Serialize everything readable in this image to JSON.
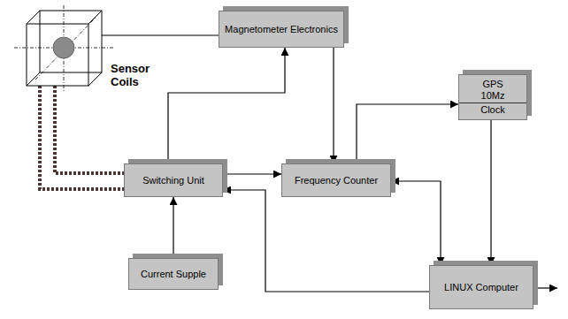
{
  "diagram": {
    "nodes": [
      {
        "text": [
          "Sensor Coils"
        ]
      },
      {
        "text": [
          "Magnetometer Electronics"
        ]
      },
      {
        "text": [
          "GPS",
          "10Mz",
          "Clock"
        ]
      },
      {
        "text": [
          "Switching Unit"
        ]
      },
      {
        "text": [
          "Frequency Counter"
        ]
      },
      {
        "text": [
          "Current Supple"
        ]
      },
      {
        "text": [
          "LINUX Computer"
        ]
      }
    ],
    "edges": [
      {
        "from": 0,
        "to": 1,
        "arrow": "none"
      },
      {
        "from": 0,
        "to": 3,
        "arrow": "none"
      },
      {
        "from": 0,
        "to": 3,
        "arrow": "none"
      },
      {
        "from": 3,
        "to": 1,
        "arrow": "to"
      },
      {
        "from": 1,
        "to": 4,
        "arrow": "to"
      },
      {
        "from": 3,
        "to": 4,
        "arrow": "to"
      },
      {
        "from": 4,
        "to": 2,
        "arrow": "to"
      },
      {
        "from": 2,
        "to": 6,
        "arrow": "to"
      },
      {
        "from": 4,
        "to": 6,
        "arrow": "both"
      },
      {
        "from": 5,
        "to": 3,
        "arrow": "to"
      },
      {
        "from": 6,
        "to": 3,
        "arrow": "to"
      }
    ]
  }
}
